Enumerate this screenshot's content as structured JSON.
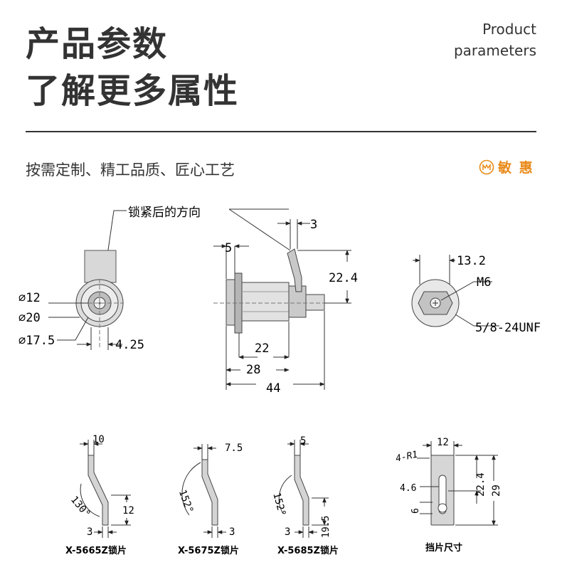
{
  "header": {
    "title_line1": "产品参数",
    "title_line2": "了解更多属性",
    "en_line1": "Product",
    "en_line2": "parameters",
    "subtitle": "按需定制、精工品质、匠心工艺",
    "brand": "敏 惠",
    "accent_color": "#e98a1a"
  },
  "drawing1": {
    "label_dir": "锁紧后的方向",
    "d12": "⌀12",
    "d20": "⌀20",
    "d175": "⌀17.5",
    "w425": "4.25"
  },
  "drawing2": {
    "dim5": "5",
    "dim3": "3",
    "dim224": "22.4",
    "dim22": "22",
    "dim28": "28",
    "dim44": "44"
  },
  "drawing3": {
    "dim132": "13.2",
    "thread_m6": "M6",
    "thread_unf": "5/8-24UNF"
  },
  "cams": [
    {
      "top": "10",
      "angle": "130°",
      "side": "12",
      "bottom": "3",
      "label": "X-5665Z锁片"
    },
    {
      "top": "7.5",
      "angle": "152°",
      "bottom": "3",
      "label": "X-5675Z锁片"
    },
    {
      "top": "5",
      "angle": "152°",
      "side": "19.5",
      "bottom": "3",
      "label": "X-5685Z锁片"
    }
  ],
  "plate": {
    "top": "12",
    "radius": "4-R1",
    "slot": "4.6",
    "hole": "6",
    "h224": "22.4",
    "h29": "29",
    "label": "挡片尺寸"
  }
}
